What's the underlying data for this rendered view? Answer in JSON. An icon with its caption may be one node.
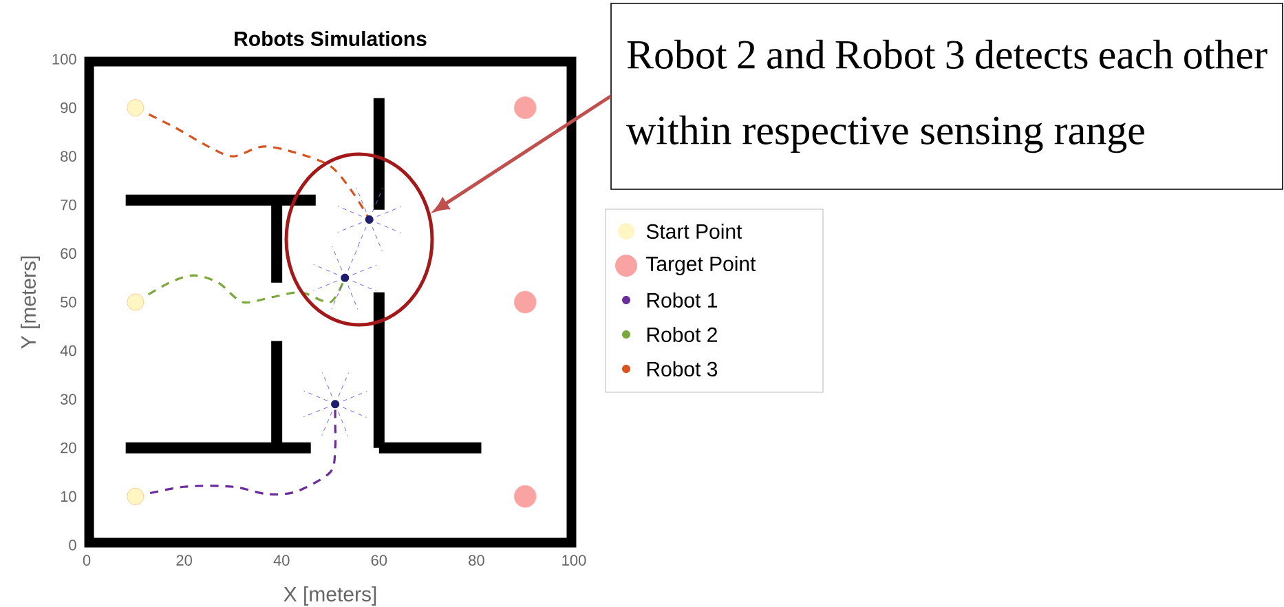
{
  "diagram": {
    "title": "Robots Simulations",
    "nodes": [
      {
        "text": [
          "Robot 2 and Robot 3 detects each other within respective sensing range"
        ]
      },
      {
        "text": [],
        "shape": "circle"
      }
    ],
    "edges": [
      {
        "from": 0,
        "to": 1,
        "arrow": "to",
        "color": "#c0504d"
      }
    ],
    "labels": [
      "100",
      "90",
      "80",
      "70",
      "60",
      "50",
      "40",
      "30",
      "20",
      "10",
      "0",
      "0",
      "20",
      "40",
      "60",
      "80",
      "100",
      "Y [meters]",
      "X [meters]"
    ],
    "legend": [
      {
        "text": "Start Point",
        "color": "#fff6c4"
      },
      {
        "text": "Target Point",
        "color": "#f9a3a3"
      },
      {
        "text": "Robot 1",
        "color": "#6a2c9a"
      },
      {
        "text": "Robot 2",
        "color": "#7aa83a"
      },
      {
        "text": "Robot 3",
        "color": "#d9531e"
      }
    ]
  }
}
